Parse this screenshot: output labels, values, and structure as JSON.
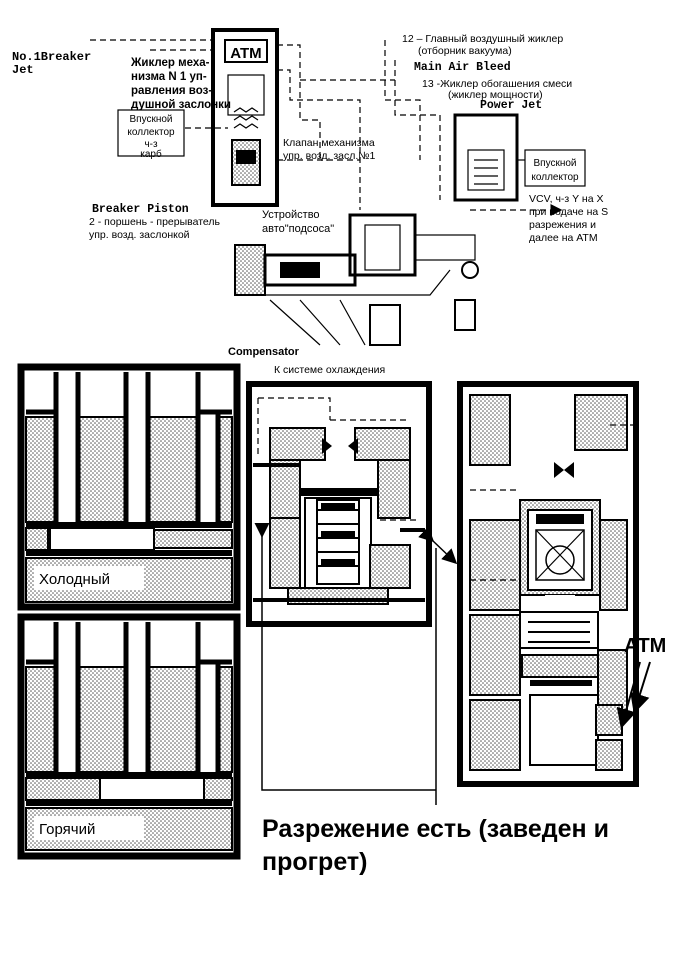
{
  "labels": {
    "atm_top": "ATM",
    "no1_breaker_jet": "No.1Breaker Jet",
    "jet_mechanism": "Жиклер механизма N 1 управления воздушной заслонки",
    "intake_manifold_carb": "Впускной коллектор ч-з карб",
    "valve_mechanism": "Клапан механизма упр. возд. засл.№1",
    "breaker_piston": "Breaker Piston",
    "piston_breaker": "2 - поршень - прерыватель упр. возд. заслонкой",
    "auto_choke": "Устройство авто\"подсоса\"",
    "main_air_jet": "12 – Главный воздушный жиклер (отборник вакуума)",
    "main_air_bleed": "Main Air Bleed",
    "enrich_jet": "13 -Жиклер обогашения смеси (жиклер мощности)",
    "power_jet": "Power Jet",
    "intake_manifold": "Впускной коллектор",
    "vcv_note": "VCV, ч-з Y на X при подаче на S разрежения и далее на АТМ",
    "compensator": "Compensator",
    "cooling_system": "К системе охлаждения",
    "cold": "Холодный",
    "hot": "Горячий",
    "atm_right": "АТМ",
    "vacuum_note": "Разрежение есть (заведен и прогрет)"
  },
  "colors": {
    "ink": "#000000",
    "paper": "#ffffff",
    "stipple": "#bdbdbd"
  }
}
